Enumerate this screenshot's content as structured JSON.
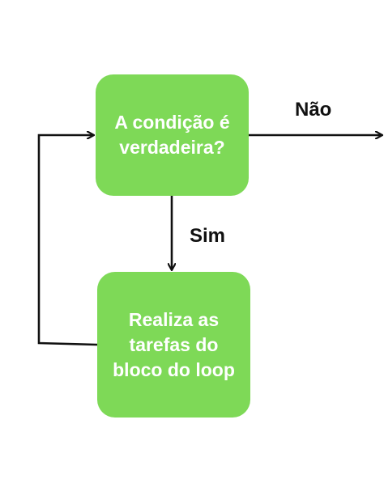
{
  "colors": {
    "node_fill": "#7ed957",
    "arrow": "#111111",
    "node_text": "#ffffff",
    "label_text": "#111111"
  },
  "nodes": {
    "condition": "A condição é\nverdadeira?",
    "loop_body": "Realiza as\ntarefas do\nbloco do loop"
  },
  "edges": {
    "no_label": "Não",
    "yes_label": "Sim"
  }
}
